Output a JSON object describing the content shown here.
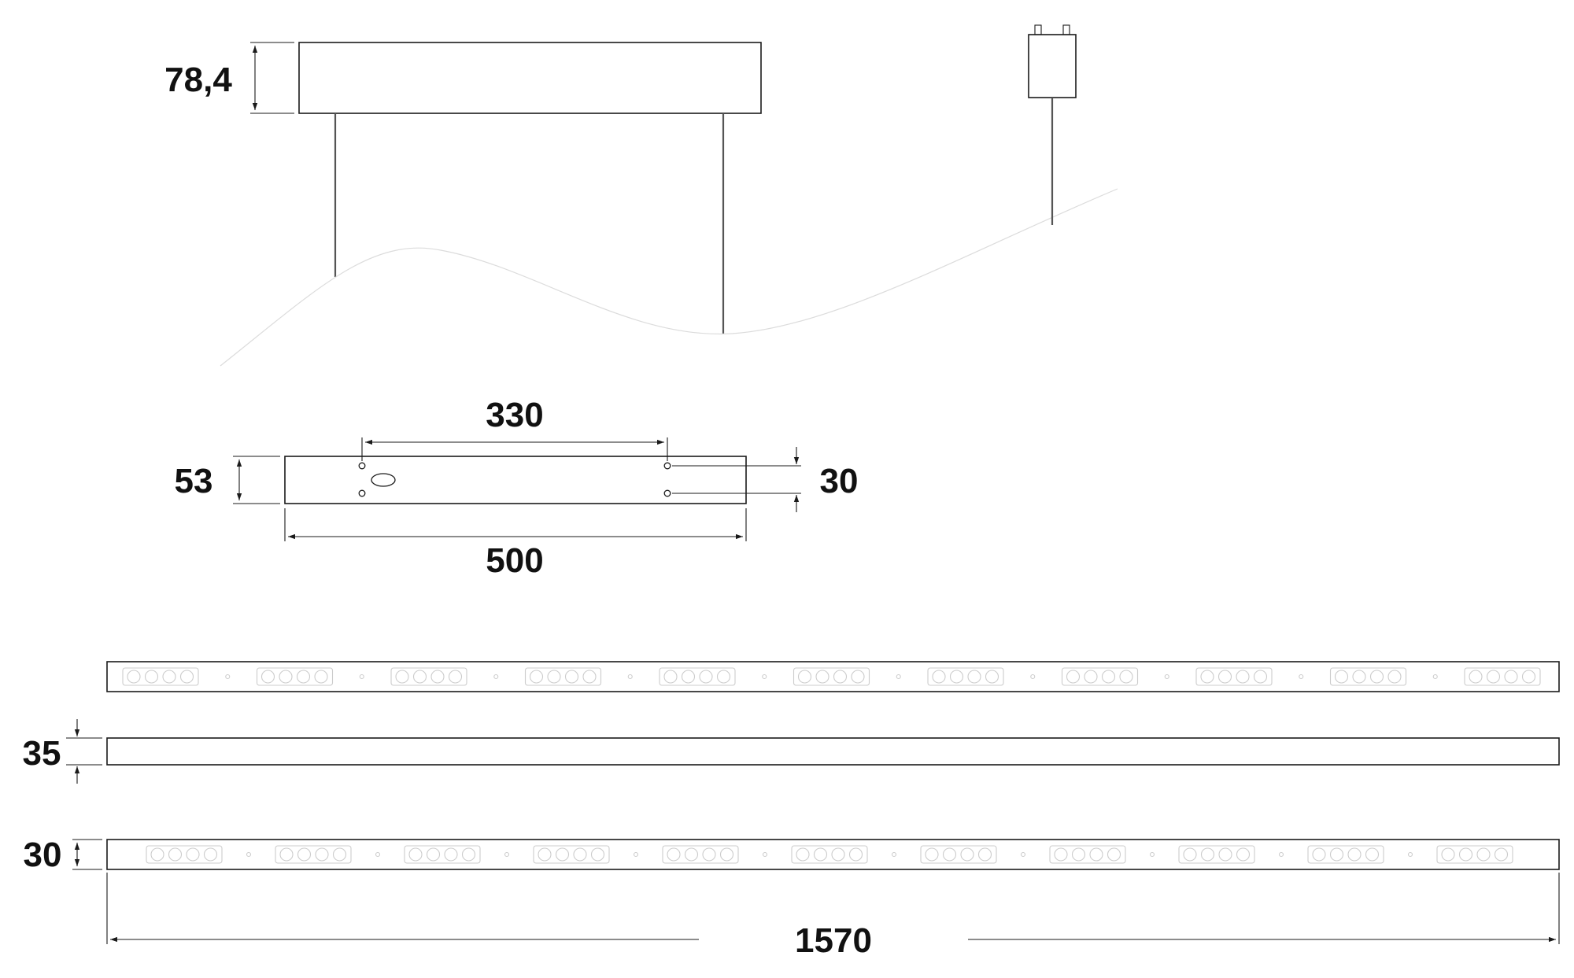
{
  "colors": {
    "line": "#1a1a1a",
    "faint": "#cccccc",
    "text": "#111111"
  },
  "dimensions": {
    "side_height": "78,4",
    "top_spacing": "330",
    "top_depth": "53",
    "top_hole_gap": "30",
    "top_length": "500",
    "profile_height": "35",
    "bottom_height": "30",
    "overall_length": "1570"
  },
  "led_modules_per_bar": 11
}
